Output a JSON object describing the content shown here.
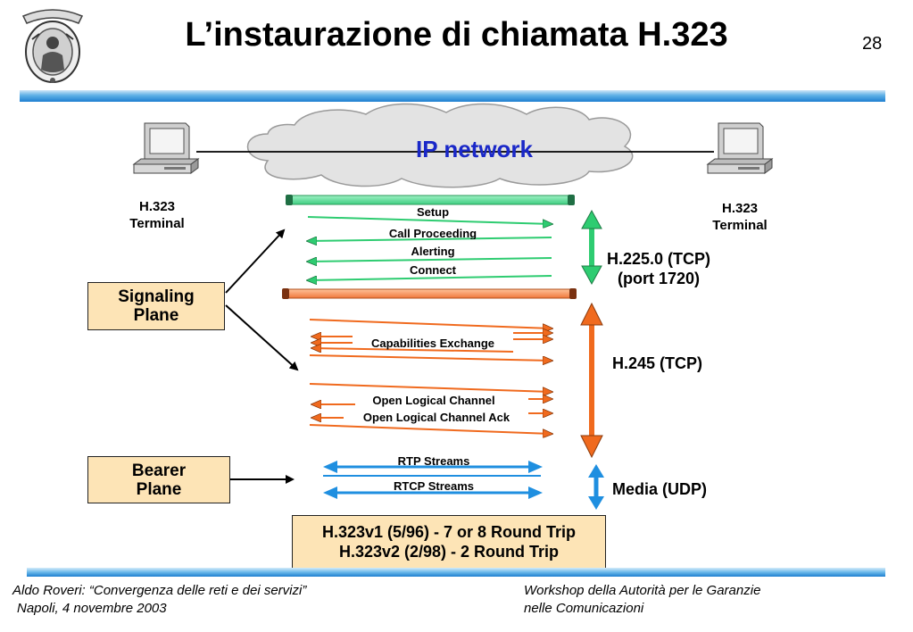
{
  "slide": {
    "title": "L’instaurazione di chiamata H.323",
    "page_number": "28"
  },
  "diagram": {
    "cloud_label": "IP network",
    "terminal_left": [
      "H.323",
      "Terminal"
    ],
    "terminal_right": [
      "H.323",
      "Terminal"
    ],
    "signaling_plane": [
      "Signaling",
      "Plane"
    ],
    "bearer_plane": [
      "Bearer",
      "Plane"
    ],
    "messages": {
      "setup": "Setup",
      "call_proceeding": "Call Proceeding",
      "alerting": "Alerting",
      "connect": "Connect",
      "capabilities_exchange": "Capabilities Exchange",
      "open_logical_channel": "Open Logical Channel",
      "open_logical_channel_ack": "Open Logical Channel Ack",
      "rtp_streams": "RTP Streams",
      "rtcp_streams": "RTCP Streams"
    },
    "protocols": {
      "h225": [
        "H.225.0 (TCP)",
        "(port 1720)"
      ],
      "h245": "H.245 (TCP)",
      "media": "Media (UDP)"
    },
    "summary": [
      "H.323v1 (5/96) - 7 or 8 Round Trip",
      "H.323v2 (2/98) - 2 Round Trip"
    ],
    "colors": {
      "h225": "#2ecc71",
      "h245": "#f06a1e",
      "media": "#1f8fe0",
      "cloud_label": "#1a28c8",
      "plane_box": "#fde4b6"
    }
  },
  "footer": {
    "left_line1": "Aldo Roveri: “Convergenza delle reti e dei servizi”",
    "left_line2": "Napoli, 4 novembre 2003",
    "right_line1": "Workshop della Autorità per le Garanzie",
    "right_line2": "nelle Comunicazioni"
  }
}
